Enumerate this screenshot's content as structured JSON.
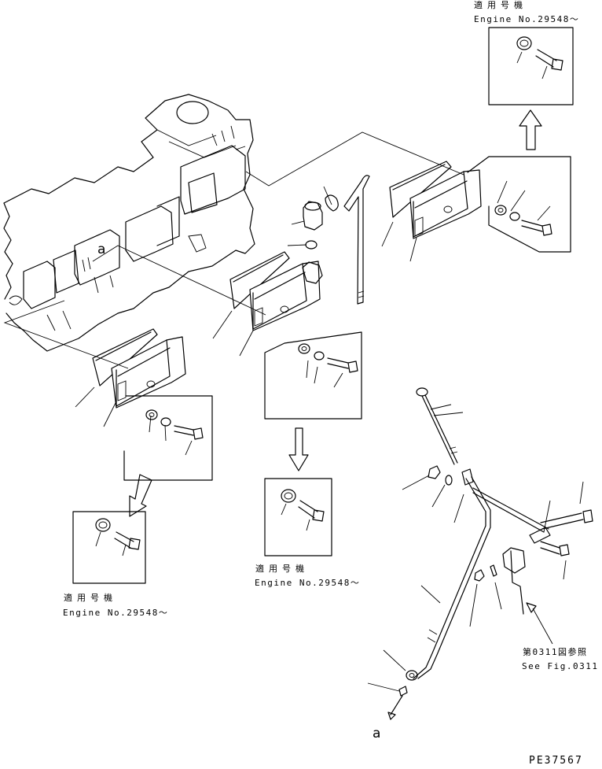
{
  "labels": {
    "applicable_jp": "適用号機",
    "engine_no": "Engine No.29548～",
    "ref_jp": "第0311図参照",
    "see_fig": "See Fig.0311",
    "callout_a": "a",
    "drawing_code": "PE37567"
  }
}
